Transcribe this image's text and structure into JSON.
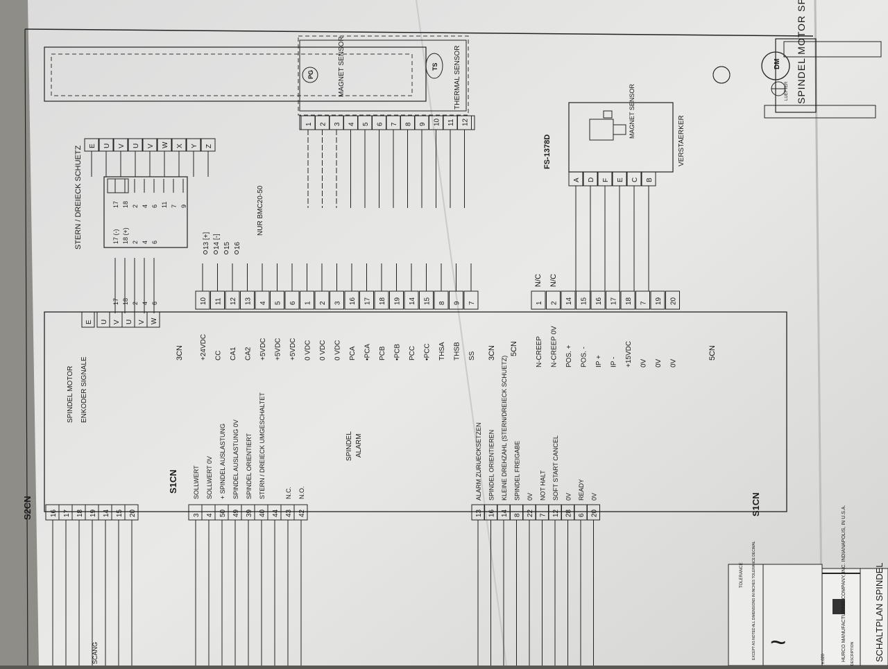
{
  "motor_title": "SPINDEL MOTOR SPM",
  "motor_labels": {
    "luefter": "LUEFTER",
    "dm": "DM",
    "pg": "PG",
    "ts": "TS",
    "magnet_sensor": "MAGNET SENSOR",
    "thermal_sensor": "THERMAL SENSOR"
  },
  "stern_dreieck": "STERN / DREIECK SCHUETZ",
  "nur_bm": "NUR BMC20-50",
  "motor_terminals": [
    "E",
    "U",
    "V",
    "U",
    "V",
    "W",
    "X",
    "Y",
    "Z"
  ],
  "schuetz_pins": [
    [
      "17",
      "(-)",
      "17"
    ],
    [
      "18",
      "(+)",
      "18"
    ],
    [
      "2",
      "",
      "2"
    ],
    [
      "4",
      "",
      "4"
    ],
    [
      "6",
      "",
      "6"
    ],
    [
      "",
      "",
      "11"
    ],
    [
      "",
      "",
      "7"
    ],
    [
      "",
      "",
      "9"
    ]
  ],
  "schuetz_lower": [
    "17",
    "18",
    "2",
    "4",
    "6"
  ],
  "bm_pins": [
    "13 [+]",
    "14 [-]",
    "15",
    "16"
  ],
  "sensor_pins": [
    "1",
    "2",
    "3",
    "4",
    "5",
    "6",
    "7",
    "8",
    "9",
    "10",
    "11",
    "12"
  ],
  "fs_label": "FS-1378D",
  "fs_pins": [
    "A",
    "D",
    "F",
    "E",
    "C",
    "B"
  ],
  "magnet_sensor2": "MAGNET SENSOR",
  "verstaerker": "VERSTAERKER",
  "nc_labels": [
    "N/C",
    "N/C"
  ],
  "s2cn": "S2CN",
  "s2cn_pins": [
    "16",
    "17",
    "18",
    "19",
    "14",
    "15",
    "20"
  ],
  "enc_label": "SPINDEL MOTOR ENKODER SIGNALE",
  "s1cn_top": "S1CN",
  "s1cn_bottom": "S1CN",
  "cn3": "3CN",
  "cn3b": "3CN",
  "cn5": "5CN",
  "cn5b": "5CN",
  "drive_ue": "U",
  "drive_v": "V",
  "drive_w": "W",
  "drive_e": "E",
  "drive_rows": [
    {
      "pin": "10",
      "label": "+24VDC"
    },
    {
      "pin": "11",
      "label": "CC"
    },
    {
      "pin": "12",
      "label": "CA1"
    },
    {
      "pin": "13",
      "label": "CA2"
    },
    {
      "pin": "4",
      "label": "+5VDC"
    },
    {
      "pin": "5",
      "label": "+5VDC"
    },
    {
      "pin": "6",
      "label": "+5VDC"
    },
    {
      "pin": "1",
      "label": "0 VDC"
    },
    {
      "pin": "2",
      "label": "0 VDC"
    },
    {
      "pin": "3",
      "label": "0 VDC"
    },
    {
      "pin": "16",
      "label": "PCA"
    },
    {
      "pin": "17",
      "label": "•PCA"
    },
    {
      "pin": "18",
      "label": "PCB"
    },
    {
      "pin": "19",
      "label": "•PCB"
    },
    {
      "pin": "14",
      "label": "PCC"
    },
    {
      "pin": "15",
      "label": "•PCC"
    },
    {
      "pin": "8",
      "label": "THSA"
    },
    {
      "pin": "9",
      "label": "THSB"
    },
    {
      "pin": "7",
      "label": "SS"
    }
  ],
  "cn5_rows": [
    {
      "pin": "1",
      "label": "N-CREEP"
    },
    {
      "pin": "2",
      "label": "N-CREEP 0V"
    },
    {
      "pin": "14",
      "label": "POS. +"
    },
    {
      "pin": "15",
      "label": "POS. -"
    },
    {
      "pin": "16",
      "label": "IP +"
    },
    {
      "pin": "17",
      "label": "IP -"
    },
    {
      "pin": "18",
      "label": "+15VDC"
    },
    {
      "pin": "7",
      "label": "0V"
    },
    {
      "pin": "19",
      "label": "0V"
    },
    {
      "pin": "20",
      "label": "0V"
    }
  ],
  "s1_rows": [
    {
      "pin": "3",
      "label": "SOLLWERT"
    },
    {
      "pin": "4",
      "label": "SOLLWERT 0V"
    },
    {
      "pin": "50",
      "label": "+ SPINDEL AUSLASTUNG"
    },
    {
      "pin": "49",
      "label": "SPINDEL AUSLASTUNG 0V"
    },
    {
      "pin": "39",
      "label": "SPINDEL ORIENTIERT"
    },
    {
      "pin": "40",
      "label": "STERN / DREIECK UMGESCHALTET"
    },
    {
      "pin": "44",
      "label": ""
    },
    {
      "pin": "43",
      "label": "N.C."
    },
    {
      "pin": "42",
      "label": "N.O."
    }
  ],
  "spindel_alarm": "SPINDEL ALARM",
  "s1_rows2": [
    {
      "pin": "13",
      "label": "ALARM ZURUECKSETZEN"
    },
    {
      "pin": "16",
      "label": "SPINDEL ORIENTIEREN"
    },
    {
      "pin": "14",
      "label": "KLEINE DREHZAHL (STERN/DREIECK SCHUETZ)"
    },
    {
      "pin": "8",
      "label": "SPINDEL FREIGABE"
    },
    {
      "pin": "22",
      "label": "0V"
    },
    {
      "pin": "7",
      "label": "NOT HALT"
    },
    {
      "pin": "12",
      "label": "SOFT START CANCEL"
    },
    {
      "pin": "28",
      "label": "0V"
    },
    {
      "pin": "6",
      "label": "READY"
    },
    {
      "pin": "20",
      "label": "0V"
    }
  ],
  "left_edge_label": "SCANG",
  "title_block": {
    "company": "HURCO MANUFACTURING COMPANY, INC. INDIANAPOLIS, IN U.S.A.",
    "note": "EXCEPT AS NOTED ALL DIMENSIONS IN INCHES TOLERANCE DECIMAL",
    "scale": "±.020",
    "description_label": "DESCRIPTION",
    "title": "SCHALTPLAN SPINDEL",
    "tol_header": "TOLERANCE",
    "symbol": "~"
  }
}
